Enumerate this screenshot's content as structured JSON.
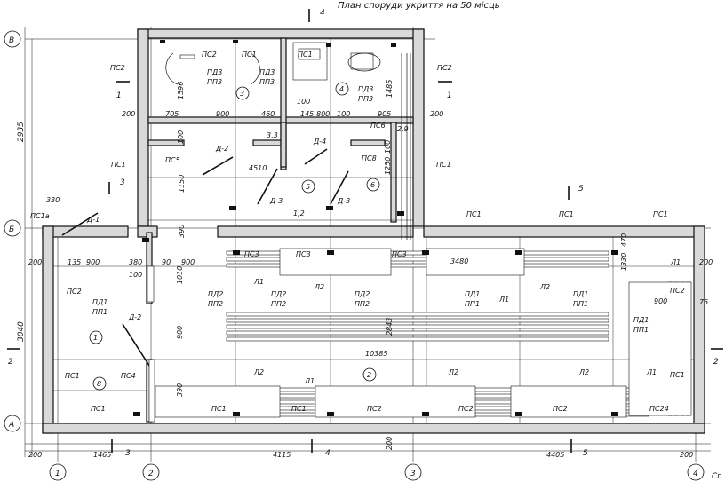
{
  "title": "План споруди укриття на 50 місць",
  "axes_letters": [
    "В",
    "Б",
    "А"
  ],
  "axes_numbers": [
    "1",
    "2",
    "3",
    "4"
  ],
  "rooms": {
    "r1": "1",
    "r2": "2",
    "r3": "3",
    "r4": "4",
    "r5": "5",
    "r6": "6",
    "r8": "8"
  },
  "labels": {
    "pc1": "ПС1",
    "pc1a": "ПС1а",
    "pc2": "ПС2",
    "pc3": "ПС3",
    "pc4": "ПС4",
    "pc5": "ПС5",
    "pc6": "ПС6",
    "pc8": "ПС8",
    "pd1": "ПД1",
    "pp1": "ПП1",
    "pd2": "ПД2",
    "pp2": "ПП2",
    "pd3": "ПД3",
    "pp3": "ПП3",
    "l1": "Л1",
    "l2": "Л2",
    "d1": "Д-1",
    "d2": "Д-2",
    "d3": "Д-3",
    "d4": "Д-4",
    "pc2x": "ПС24"
  },
  "dims": {
    "d2935": "2935",
    "d3040": "3040",
    "d1596": "1596",
    "d1485": "1485",
    "d1150": "1150",
    "d1250": "1250",
    "d100": "100",
    "d200": "200",
    "d705": "705",
    "d900": "900",
    "d460": "460",
    "d145": "145",
    "d800": "800",
    "d905": "905",
    "d4510": "4510",
    "d330": "330",
    "d135": "135",
    "d380": "380",
    "d90": "90",
    "d1010": "1010",
    "d10385": "10385",
    "d1465": "1465",
    "d4115": "4115",
    "d4405": "4405",
    "d3480": "3480",
    "d75": "75",
    "d33": "3,3",
    "d12": "1,2",
    "d29": "2,9",
    "d3x": "3",
    "d390": "390",
    "d1330": "1330",
    "d2843": "2843",
    "d470": "470"
  },
  "section_marks": {
    "s1": "1",
    "s2": "2",
    "s3": "3",
    "s4": "4",
    "s5": "5"
  },
  "edge_text": "Сг"
}
